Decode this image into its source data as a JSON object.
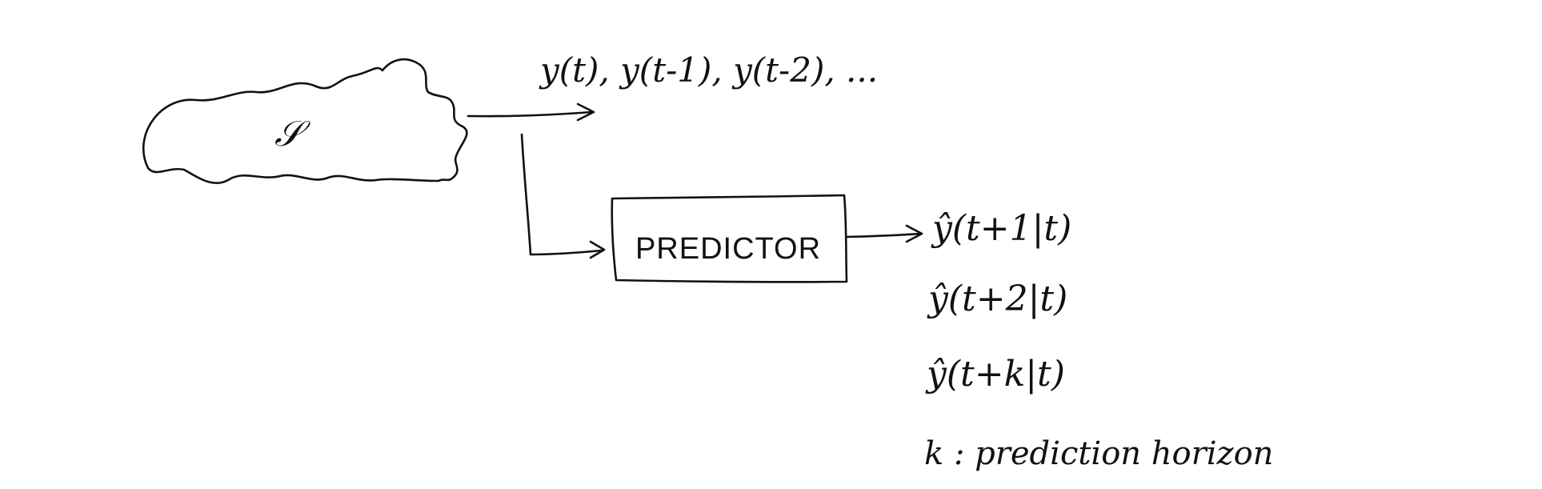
{
  "diagram": {
    "source_symbol": "𝒮",
    "output_sequence": "y(t), y(t-1), y(t-2), ...",
    "predictor_label": "PREDICTOR",
    "predictions": [
      "ŷ(t+1|t)",
      "ŷ(t+2|t)",
      "ŷ(t+k|t)"
    ],
    "horizon_note": "k : prediction horizon"
  },
  "colors": {
    "ink": "#111111",
    "background": "#ffffff"
  }
}
